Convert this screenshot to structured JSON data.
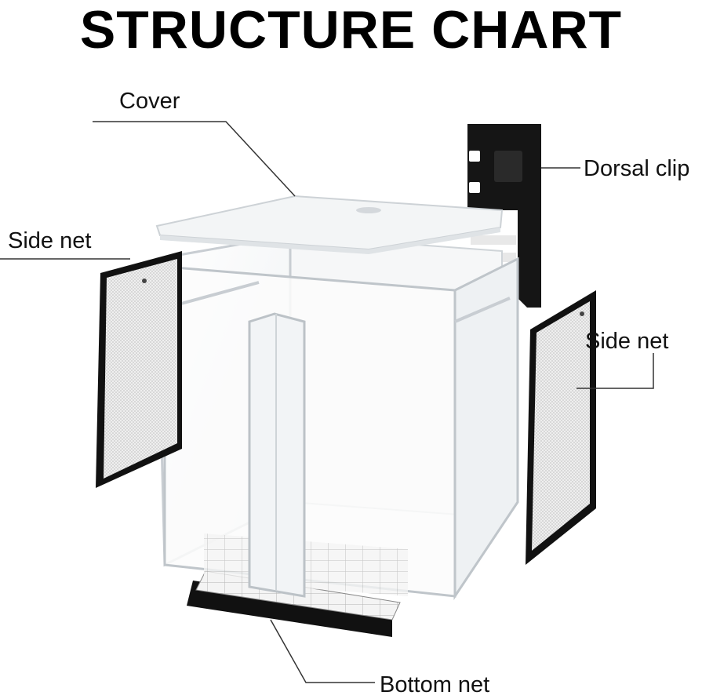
{
  "title": "STRUCTURE CHART",
  "labels": {
    "cover": "Cover",
    "dorsal_clip": "Dorsal clip",
    "side_net_left": "Side net",
    "side_net_right": "Side net",
    "bottom_net": "Bottom net"
  }
}
